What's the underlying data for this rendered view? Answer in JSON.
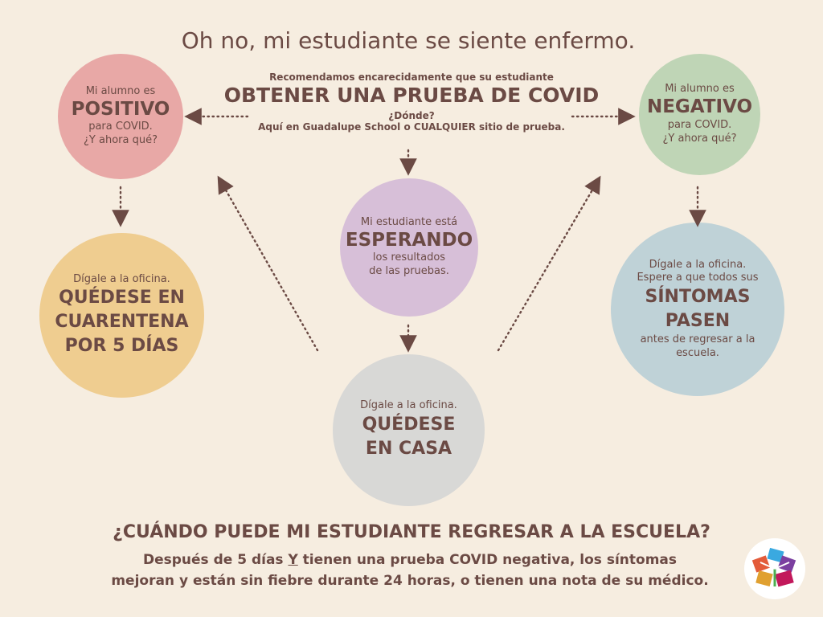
{
  "title": "Oh no, mi estudiante se siente enfermo.",
  "center": {
    "line1": "Recomendamos encarecidamente que su estudiante",
    "heading": "OBTENER UNA PRUEBA DE COVID",
    "where": "¿Dónde?",
    "where_detail": "Aquí en Guadalupe School o CUALQUIER sitio de prueba."
  },
  "positive": {
    "pre": "Mi alumno es",
    "heading": "POSITIVO",
    "post1": "para COVID.",
    "post2": "¿Y ahora qué?"
  },
  "negative": {
    "pre": "Mi alumno es",
    "heading": "NEGATIVO",
    "post1": "para COVID.",
    "post2": "¿Y ahora qué?"
  },
  "waiting": {
    "pre": "Mi estudiante está",
    "heading": "ESPERANDO",
    "post1": "los resultados",
    "post2": "de las pruebas."
  },
  "quarantine": {
    "pre": "Dígale a la oficina.",
    "line1": "QUÉDESE EN",
    "line2": "CUARENTENA",
    "line3": "POR 5 DÍAS"
  },
  "symptoms": {
    "pre1": "Dígale a la oficina.",
    "pre2": "Espere a que todos sus",
    "line1": "SÍNTOMAS",
    "line2": "PASEN",
    "post1": "antes de regresar a la",
    "post2": "escuela."
  },
  "home": {
    "pre": "Dígale a la oficina.",
    "line1": "QUÉDESE",
    "line2": "EN CASA"
  },
  "footer": {
    "question": "¿CUÁNDO PUEDE MI ESTUDIANTE REGRESAR A LA ESCUELA?",
    "answer_a": "Después de 5 días ",
    "answer_y": "Y",
    "answer_b": " tienen una prueba COVID negativa, los síntomas",
    "answer_line2": "mejoran y están sin fiebre durante 24 horas, o tienen una nota de su médico."
  },
  "colors": {
    "background": "#f6ede0",
    "text": "#6b4a44",
    "positive": "#e8a8a6",
    "negative": "#bfd5b6",
    "waiting": "#d7bfd8",
    "quarantine": "#efcd90",
    "symptoms": "#bfd2d7",
    "home": "#d8d8d6"
  },
  "logo": {
    "icon": "school-logo-icon"
  }
}
